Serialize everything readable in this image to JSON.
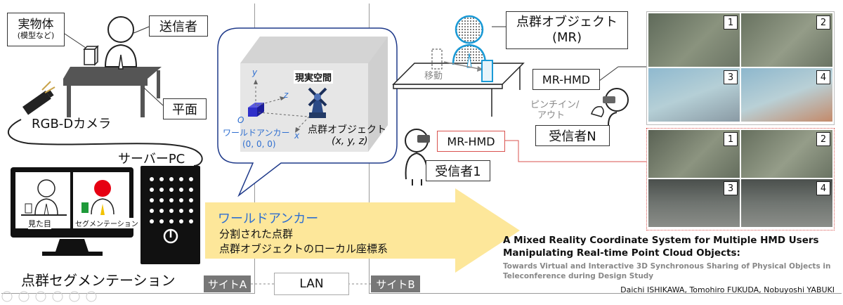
{
  "site_a": {
    "real_object": "実物体",
    "real_object_sub": "(模型など)",
    "sender": "送信者",
    "plane": "平面",
    "camera": "RGB-Dカメラ",
    "server": "サーバーPC",
    "monitor_left": "見た目",
    "monitor_right": "セグメンテーション",
    "segmentation": "点群セグメンテーション",
    "tag": "サイトA"
  },
  "network": {
    "lan": "LAN"
  },
  "bubble": {
    "real_space": "現実空間",
    "axis_y": "y",
    "axis_z": "z",
    "axis_x": "x",
    "origin": "O",
    "anchor": "ワールドアンカー",
    "anchor_coords": "(0, 0, 0)",
    "object": "点群オブジェクト",
    "object_coords": "(x, y, z)"
  },
  "arrow": {
    "title": "ワールドアンカー",
    "line1": "分割された点群",
    "line2": "点群オブジェクトのローカル座標系"
  },
  "site_b": {
    "point_object": "点群オブジェクト",
    "point_object_sub": "(MR)",
    "move": "移動",
    "hmd_top": "MR-HMD",
    "pinch": "ピンチイン/",
    "pinch2": "アウト",
    "receiver_n": "受信者N",
    "hmd_mid": "MR-HMD",
    "receiver_1": "受信者1",
    "tag": "サイトB",
    "photo_numbers_top": [
      "1",
      "2",
      "3",
      "4"
    ],
    "photo_numbers_bottom": [
      "1",
      "2",
      "3",
      "4"
    ]
  },
  "paper": {
    "title1": "A Mixed Reality Coordinate System for Multiple HMD Users",
    "title2": "Manipulating Real-time Point Cloud Objects:",
    "subtitle1": "Towards Virtual and Interactive 3D Synchronous Sharing of Physical Objects in",
    "subtitle2": "Teleconference during Design Study",
    "authors": "Daichi ISHIKAWA, Tomohiro FUKUDA, Nobuyoshi YABUKI"
  },
  "colors": {
    "arrow": "#fde79a",
    "anchor_text": "#2f6fd0",
    "hmd_red": "#d9534f",
    "tag_gray": "#777777"
  }
}
